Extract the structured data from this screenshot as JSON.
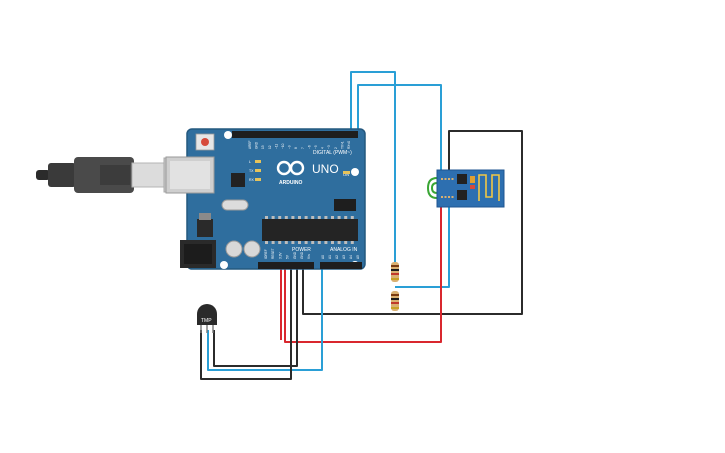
{
  "board": {
    "model": "UNO",
    "brand": "ARDUINO",
    "digital_label": "DIGITAL (PWM~)",
    "power_label": "POWER",
    "analog_label": "ANALOG IN",
    "pin_labels_top": [
      "AREF",
      "GND",
      "13",
      "12",
      "~11",
      "~10",
      "~9",
      "8",
      "7",
      "~6",
      "~5",
      "4",
      "~3",
      "2",
      "TX>1",
      "RX<0"
    ],
    "pin_labels_power": [
      "IOREF",
      "RESET",
      "3.3V",
      "5V",
      "GND",
      "GND",
      "Vin"
    ],
    "pin_labels_analog": [
      "A0",
      "A1",
      "A2",
      "A3",
      "A4",
      "A5"
    ],
    "led_labels": [
      "L",
      "TX",
      "RX"
    ],
    "on_label": "ON"
  },
  "sensor": {
    "label": "TMP"
  },
  "colors": {
    "board": "#2f6e9e",
    "board_edge": "#24587f",
    "wire_blue": "#2a9fd6",
    "wire_red": "#d9272e",
    "wire_black": "#2b2b2b",
    "wire_green": "#3aa635",
    "module": "#2d6fb0"
  },
  "icons": [
    "usb-cable-icon",
    "infinity-logo-icon",
    "antenna-trace-icon"
  ]
}
